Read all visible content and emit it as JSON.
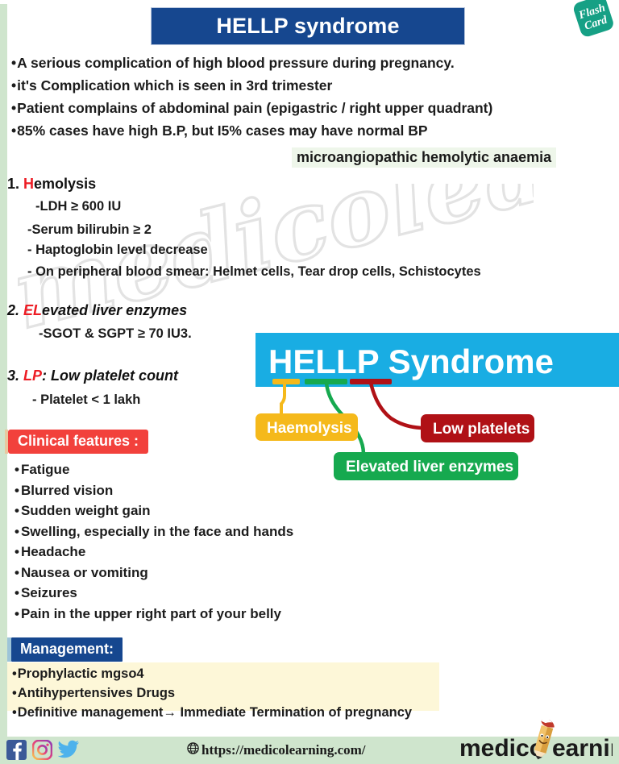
{
  "card": {
    "title": "HELLP syndrome",
    "flash_badge": {
      "line1": "Flash",
      "line2": "Card",
      "color": "#16a085"
    }
  },
  "intro_bullets": [
    "A serious complication of high blood pressure during pregnancy.",
    "it's Complication which is seen in 3rd trimester",
    "Patient complains of abdominal pain (epigastric / right upper quadrant)",
    "85% cases have high B.P, but I5% cases may have normal BP"
  ],
  "highlight": "microangiopathic hemolytic anaemia",
  "sections": [
    {
      "number": "1.",
      "accent": "H",
      "rest": "emolysis",
      "lines": [
        "-LDH ≥ 600 IU",
        "-Serum bilirubin ≥ 2",
        "- Haptoglobin level decrease",
        "- On peripheral blood smear: Helmet cells, Tear drop cells, Schistocytes"
      ]
    },
    {
      "number": "2.",
      "accent": "EL",
      "rest": "evated liver enzymes",
      "lines": [
        "-SGOT & SGPT ≥ 70 IU3."
      ]
    },
    {
      "number": "3.",
      "accent": "LP",
      "rest": ": Low platelet count",
      "lines": [
        "- Platelet < 1 lakh"
      ]
    }
  ],
  "diagram": {
    "title": "HELLP Syndrome",
    "banner_color": "#19ade3",
    "nodes": [
      {
        "label": "Haemolysis",
        "color": "#f5b91b",
        "maps_to": "H"
      },
      {
        "label": "Elevated liver enzymes",
        "color": "#16a94f",
        "maps_to": "ELL"
      },
      {
        "label": "Low platelets",
        "color": "#b01116",
        "maps_to": "P"
      }
    ]
  },
  "clinical": {
    "heading": "Clinical features :",
    "heading_color": "#f2413c",
    "items": [
      "Fatigue",
      "Blurred vision",
      "Sudden weight gain",
      "Swelling, especially in the face and hands",
      "Headache",
      "Nausea or vomiting",
      "Seizures",
      "Pain in the upper right part of your belly"
    ]
  },
  "management": {
    "heading": "Management:",
    "heading_color": "#16478f",
    "items": [
      "Prophylactic mgso4",
      "Antihypertensives Drugs",
      "Definitive management→  Immediate Termination of pregnancy"
    ]
  },
  "footer": {
    "url": "https://medicolearning.com/",
    "social": [
      "facebook-icon",
      "instagram-icon",
      "twitter-icon"
    ],
    "logo": {
      "part1": "medico",
      "part2": "earning"
    }
  },
  "watermark": "medicolearning"
}
